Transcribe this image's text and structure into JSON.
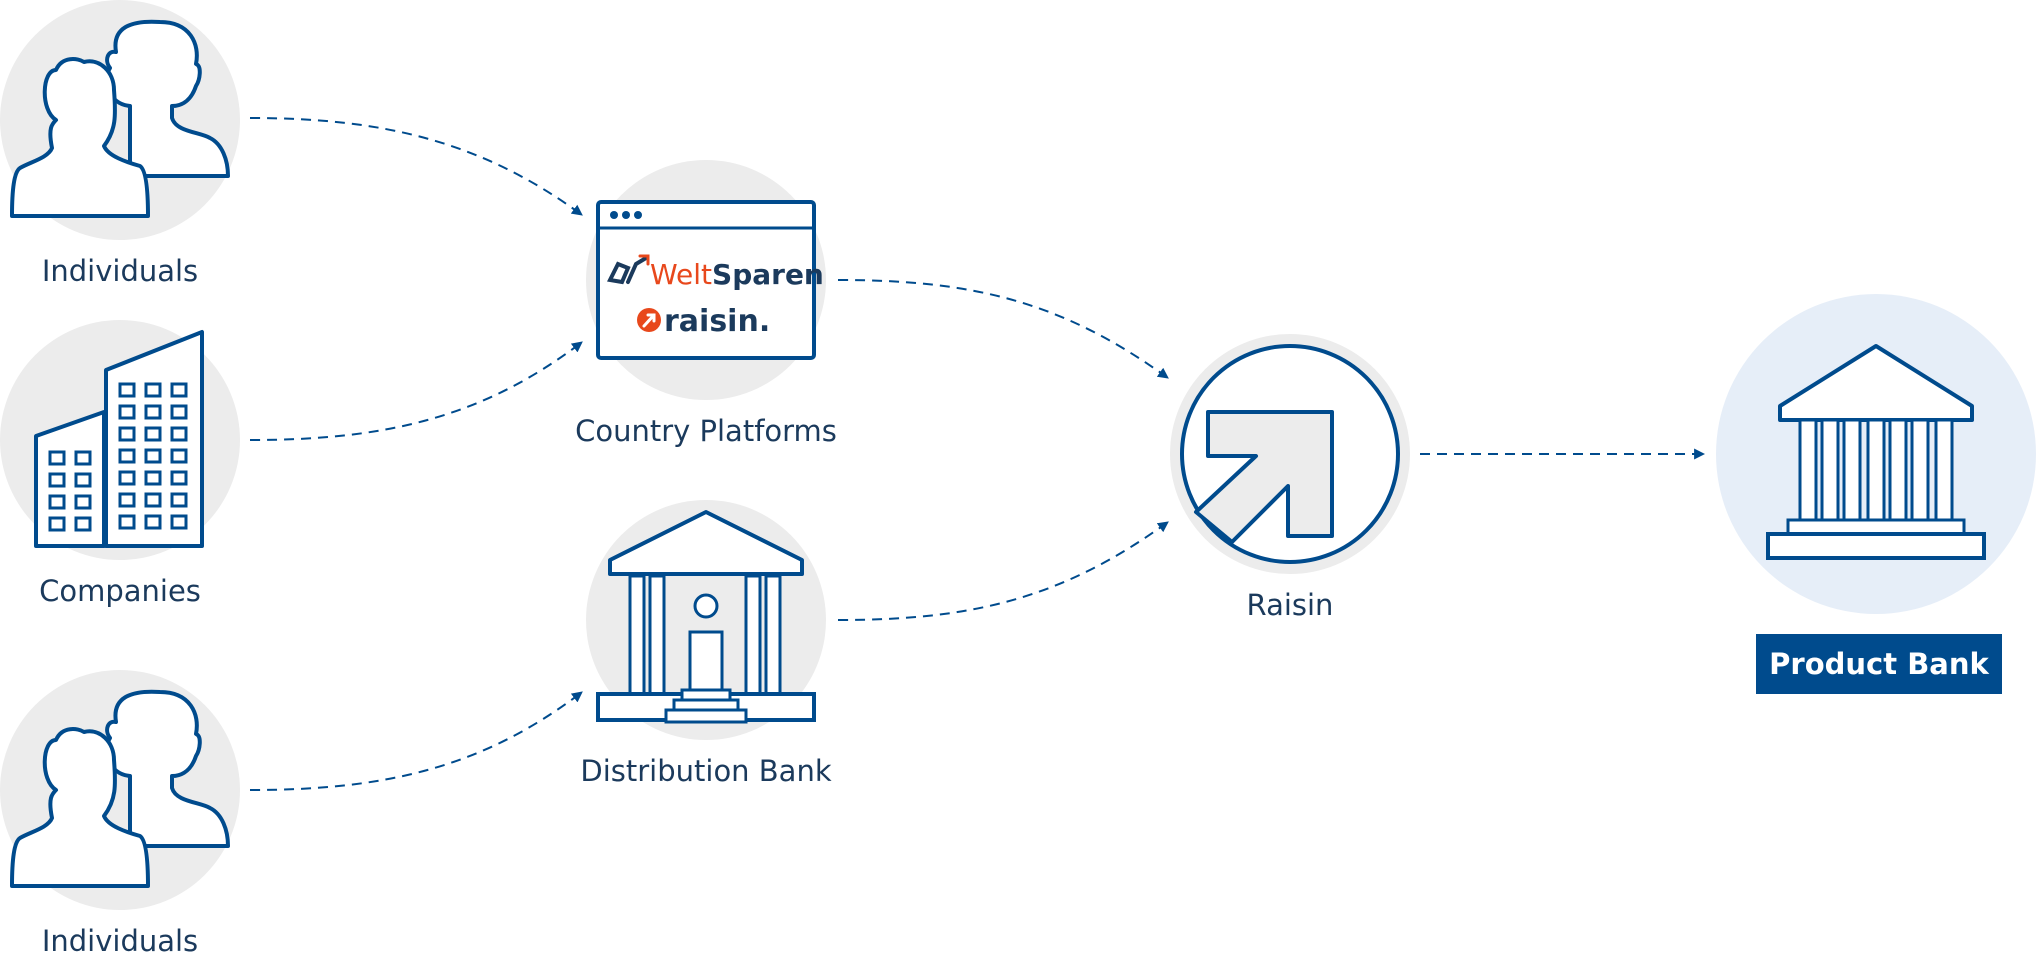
{
  "nodes": {
    "individuals_top": {
      "label": "Individuals"
    },
    "companies": {
      "label": "Companies"
    },
    "individuals_bottom": {
      "label": "Individuals"
    },
    "country_platforms": {
      "label": "Country Platforms",
      "logo_weltsparen": "WeltSparen",
      "logo_raisin": "raisin."
    },
    "distribution_bank": {
      "label": "Distribution Bank"
    },
    "raisin": {
      "label": "Raisin"
    },
    "product_bank": {
      "label": "Product Bank"
    }
  },
  "colors": {
    "primary": "#004b8d",
    "circle_grey": "#ececec",
    "circle_blue": "#e6eef8",
    "brand_orange": "#e8481c",
    "text_dark": "#1b3a5c"
  }
}
